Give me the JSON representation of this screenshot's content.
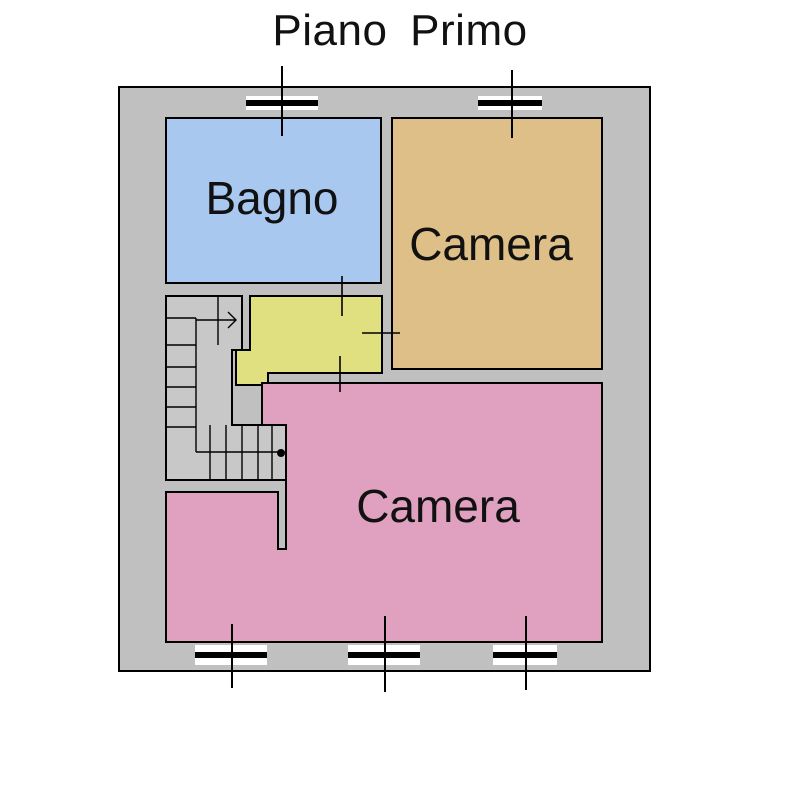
{
  "title": "Piano  Primo",
  "rooms": {
    "bathroom": {
      "label": "Bagno",
      "color": "#a8c8f0"
    },
    "bedroom_top": {
      "label": "Camera",
      "color": "#dfbf88"
    },
    "bedroom_bottom": {
      "label": "Camera",
      "color": "#e0a0c0"
    },
    "hallway": {
      "color": "#e0e080"
    }
  },
  "colors": {
    "walls": "#c0c0c0",
    "stairs": "#c8c8c8",
    "lines": "#000000"
  }
}
